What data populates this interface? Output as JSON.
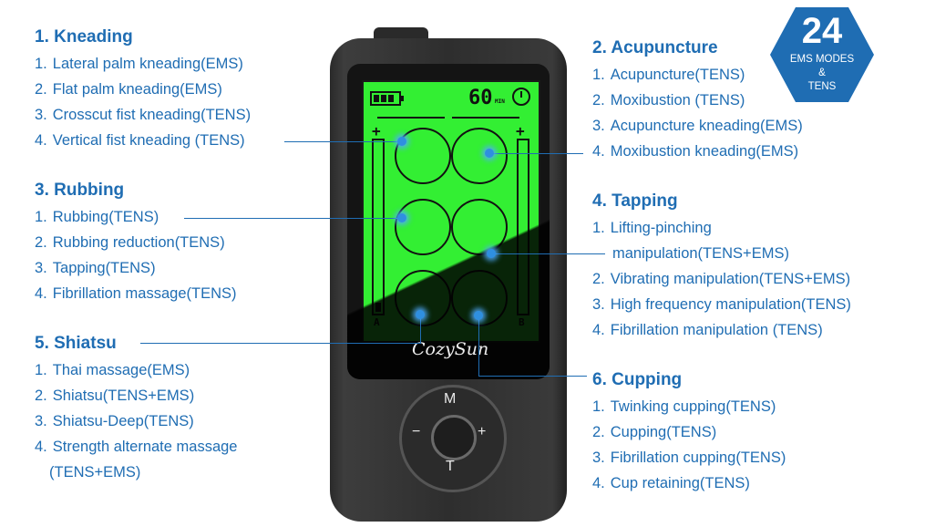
{
  "badge": {
    "number": "24",
    "line1": "EMS MODES",
    "line2": "&",
    "line3": "TENS"
  },
  "device": {
    "timer": "60",
    "timer_unit": "MIN",
    "channel_a": "A",
    "channel_b": "B",
    "brand": "CozySun",
    "btn_m": "M",
    "btn_t": "T",
    "btn_minus": "−",
    "btn_plus": "+"
  },
  "groups": {
    "kneading": {
      "title": "1. Kneading",
      "items": [
        {
          "num": "1.",
          "text": "Lateral palm kneading(EMS)"
        },
        {
          "num": "2.",
          "text": "Flat palm kneading(EMS)"
        },
        {
          "num": "3.",
          "text": "Crosscut fist kneading(TENS)"
        },
        {
          "num": "4.",
          "text": "Vertical fist kneading (TENS)"
        }
      ]
    },
    "rubbing": {
      "title": "3. Rubbing",
      "items": [
        {
          "num": "1.",
          "text": "Rubbing(TENS)"
        },
        {
          "num": "2.",
          "text": "Rubbing reduction(TENS)"
        },
        {
          "num": "3.",
          "text": "Tapping(TENS)"
        },
        {
          "num": "4.",
          "text": "Fibrillation massage(TENS)"
        }
      ]
    },
    "shiatsu": {
      "title": "5. Shiatsu",
      "items": [
        {
          "num": "1.",
          "text": "Thai massage(EMS)"
        },
        {
          "num": "2.",
          "text": "Shiatsu(TENS+EMS)"
        },
        {
          "num": "3.",
          "text": "Shiatsu-Deep(TENS)"
        },
        {
          "num": "4.",
          "text": "Strength alternate massage"
        }
      ],
      "continuation": "(TENS+EMS)"
    },
    "acupuncture": {
      "title": "2. Acupuncture",
      "items": [
        {
          "num": "1.",
          "text": "Acupuncture(TENS)"
        },
        {
          "num": "2.",
          "text": "Moxibustion (TENS)"
        },
        {
          "num": "3.",
          "text": "Acupuncture kneading(EMS)"
        },
        {
          "num": "4.",
          "text": "Moxibustion kneading(EMS)"
        }
      ]
    },
    "tapping": {
      "title": "4. Tapping",
      "items": [
        {
          "num": "1.",
          "text": "Lifting-pinching"
        },
        {
          "num": "2.",
          "text": "Vibrating manipulation(TENS+EMS)"
        },
        {
          "num": "3.",
          "text": "High frequency manipulation(TENS)"
        },
        {
          "num": "4.",
          "text": "Fibrillation manipulation (TENS)"
        }
      ],
      "continuation": "manipulation(TENS+EMS)"
    },
    "cupping": {
      "title": "6. Cupping",
      "items": [
        {
          "num": "1.",
          "text": "Twinking cupping(TENS)"
        },
        {
          "num": "2.",
          "text": "Cupping(TENS)"
        },
        {
          "num": "3.",
          "text": "Fibrillation cupping(TENS)"
        },
        {
          "num": "4.",
          "text": "Cup retaining(TENS)"
        }
      ]
    }
  },
  "colors": {
    "text": "#1f6db3",
    "badge": "#1f6db3",
    "lcd": "#33ef33",
    "device": "#2e2e2e"
  }
}
